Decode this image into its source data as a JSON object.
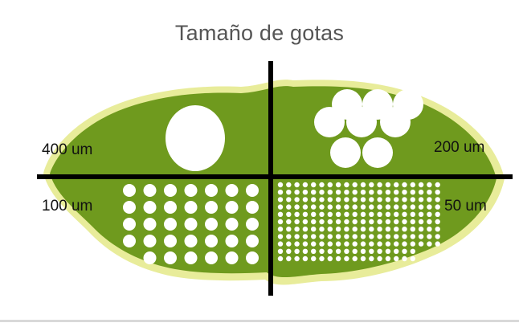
{
  "title": "Tamaño de gotas",
  "quadrants": [
    {
      "id": "top-left",
      "label": "400 um"
    },
    {
      "id": "top-right",
      "label": "200 um"
    },
    {
      "id": "bottom-left",
      "label": "100 um"
    },
    {
      "id": "bottom-right",
      "label": "50 um"
    }
  ],
  "colors": {
    "leaf": "#6f9a1e",
    "leaf_edge": "#e8ec9a",
    "drops": "#ffffff",
    "axes": "#000000",
    "title": "#555555"
  }
}
